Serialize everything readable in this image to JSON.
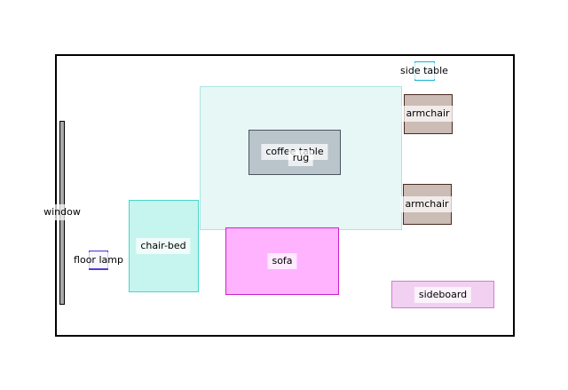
{
  "floorplan": {
    "items": {
      "rug": {
        "label": "rug",
        "fill": "#e6f7f6",
        "stroke": "#a8e6e3"
      },
      "coffee_table": {
        "label": "coffee table",
        "fill": "#b9c4cb",
        "stroke": "#4a5560"
      },
      "window": {
        "label": "window",
        "fill": "#a9a9a9",
        "stroke": "#000000"
      },
      "chair_bed": {
        "label": "chair-bed",
        "fill": "#c5f5ee",
        "stroke": "#47d6c8"
      },
      "sofa": {
        "label": "sofa",
        "fill": "#ffb3ff",
        "stroke": "#cc22cc"
      },
      "floor_lamp": {
        "label": "floor lamp",
        "fill": "#e6e0fa",
        "stroke": "#5a3ccc"
      },
      "armchair_top": {
        "label": "armchair",
        "fill": "#cbbcb5",
        "stroke": "#4a2a20"
      },
      "armchair_bottom": {
        "label": "armchair",
        "fill": "#cbbcb5",
        "stroke": "#4a2a20"
      },
      "side_table": {
        "label": "side table",
        "fill": "#e0f7fa",
        "stroke": "#2ab8d8"
      },
      "sideboard": {
        "label": "sideboard",
        "fill": "#f1d0f1",
        "stroke": "#d47ad4"
      }
    }
  }
}
